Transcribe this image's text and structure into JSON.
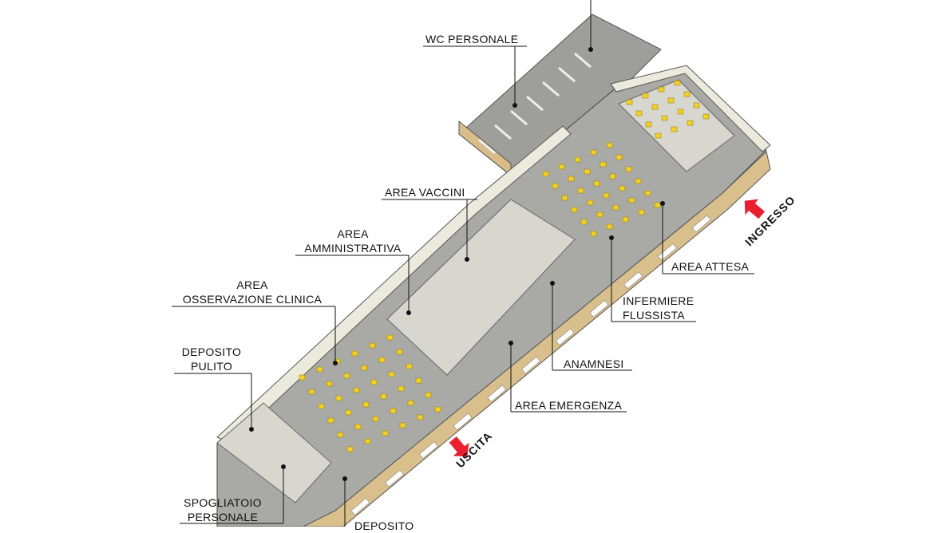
{
  "labels": {
    "wc_personale": "WC PERSONALE",
    "area_vaccini": "AREA VACCINI",
    "area_amministrativa_1": "AREA",
    "area_amministrativa_2": "AMMINISTRATIVA",
    "area_osservazione_1": "AREA",
    "area_osservazione_2": "OSSERVAZIONE CLINICA",
    "deposito_pulito_1": "DEPOSITO",
    "deposito_pulito_2": "PULITO",
    "spogliatoio_1": "SPOGLIATOIO",
    "spogliatoio_2": "PERSONALE",
    "deposito": "DEPOSITO",
    "area_attesa": "AREA ATTESA",
    "infermiere_1": "INFERMIERE",
    "infermiere_2": "FLUSSISTA",
    "anamnesi": "ANAMNESI",
    "area_emergenza": "AREA EMERGENZA",
    "uscita": "USCITA",
    "ingresso": "INGRESSO"
  },
  "colors": {
    "floor": "#a9a9a6",
    "wall": "#e4e2d4",
    "facade": "#d9bf8c",
    "chair": "#f2d024",
    "arrow": "#e8202f"
  }
}
